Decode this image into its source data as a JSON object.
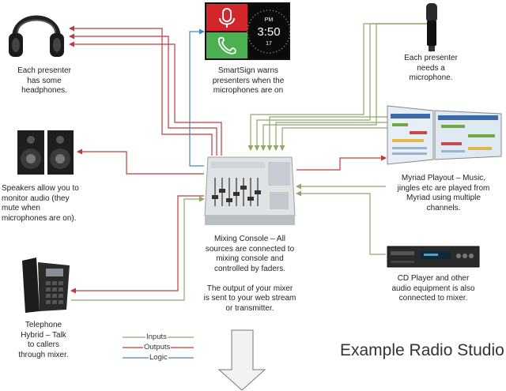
{
  "title": "Example Radio Studio",
  "captions": {
    "headphones": [
      "Each presenter",
      "has some",
      "headphones."
    ],
    "smartsign": [
      "SmartSign warns",
      "presenters when the",
      "microphones are on"
    ],
    "microphone": [
      "Each presenter",
      "needs a",
      "microphone."
    ],
    "speakers": [
      "Speakers allow you to",
      "monitor audio (they",
      "mute when",
      "microphones are on)."
    ],
    "myriad": [
      "Myriad Playout – Music,",
      "jingles etc are played from",
      "Myriad using multiple",
      "channels."
    ],
    "console": [
      "Mixing Console – All",
      "sources are connected to",
      "mixing console and",
      "controlled by faders.",
      "",
      "The output of your mixer",
      "is sent to your web stream",
      "or transmitter."
    ],
    "cd": [
      "CD Player and other",
      "audio equipment is also",
      "connected to mixer."
    ],
    "telephone": [
      "Telephone",
      "Hybrid – Talk",
      "to callers",
      "through mixer."
    ]
  },
  "smartsign_clock": {
    "period": "PM",
    "time": "3:50",
    "day": "17"
  },
  "legend": [
    {
      "label": "Inputs",
      "color": "#8fa86a"
    },
    {
      "label": "Outputs",
      "color": "#c0393b"
    },
    {
      "label": "Logic",
      "color": "#4a86b5"
    }
  ],
  "colors": {
    "inputs": "#8fa86a",
    "outputs": "#c0393b",
    "logic": "#4a86b5",
    "arrow_fill": "#f2f2f2"
  },
  "icons": [
    "headphones-icon",
    "studio-microphone-icon",
    "monitor-speakers-icon",
    "telephone-icon",
    "mixing-console-icon",
    "cd-player-icon",
    "playout-screens-icon",
    "down-arrow-icon"
  ]
}
